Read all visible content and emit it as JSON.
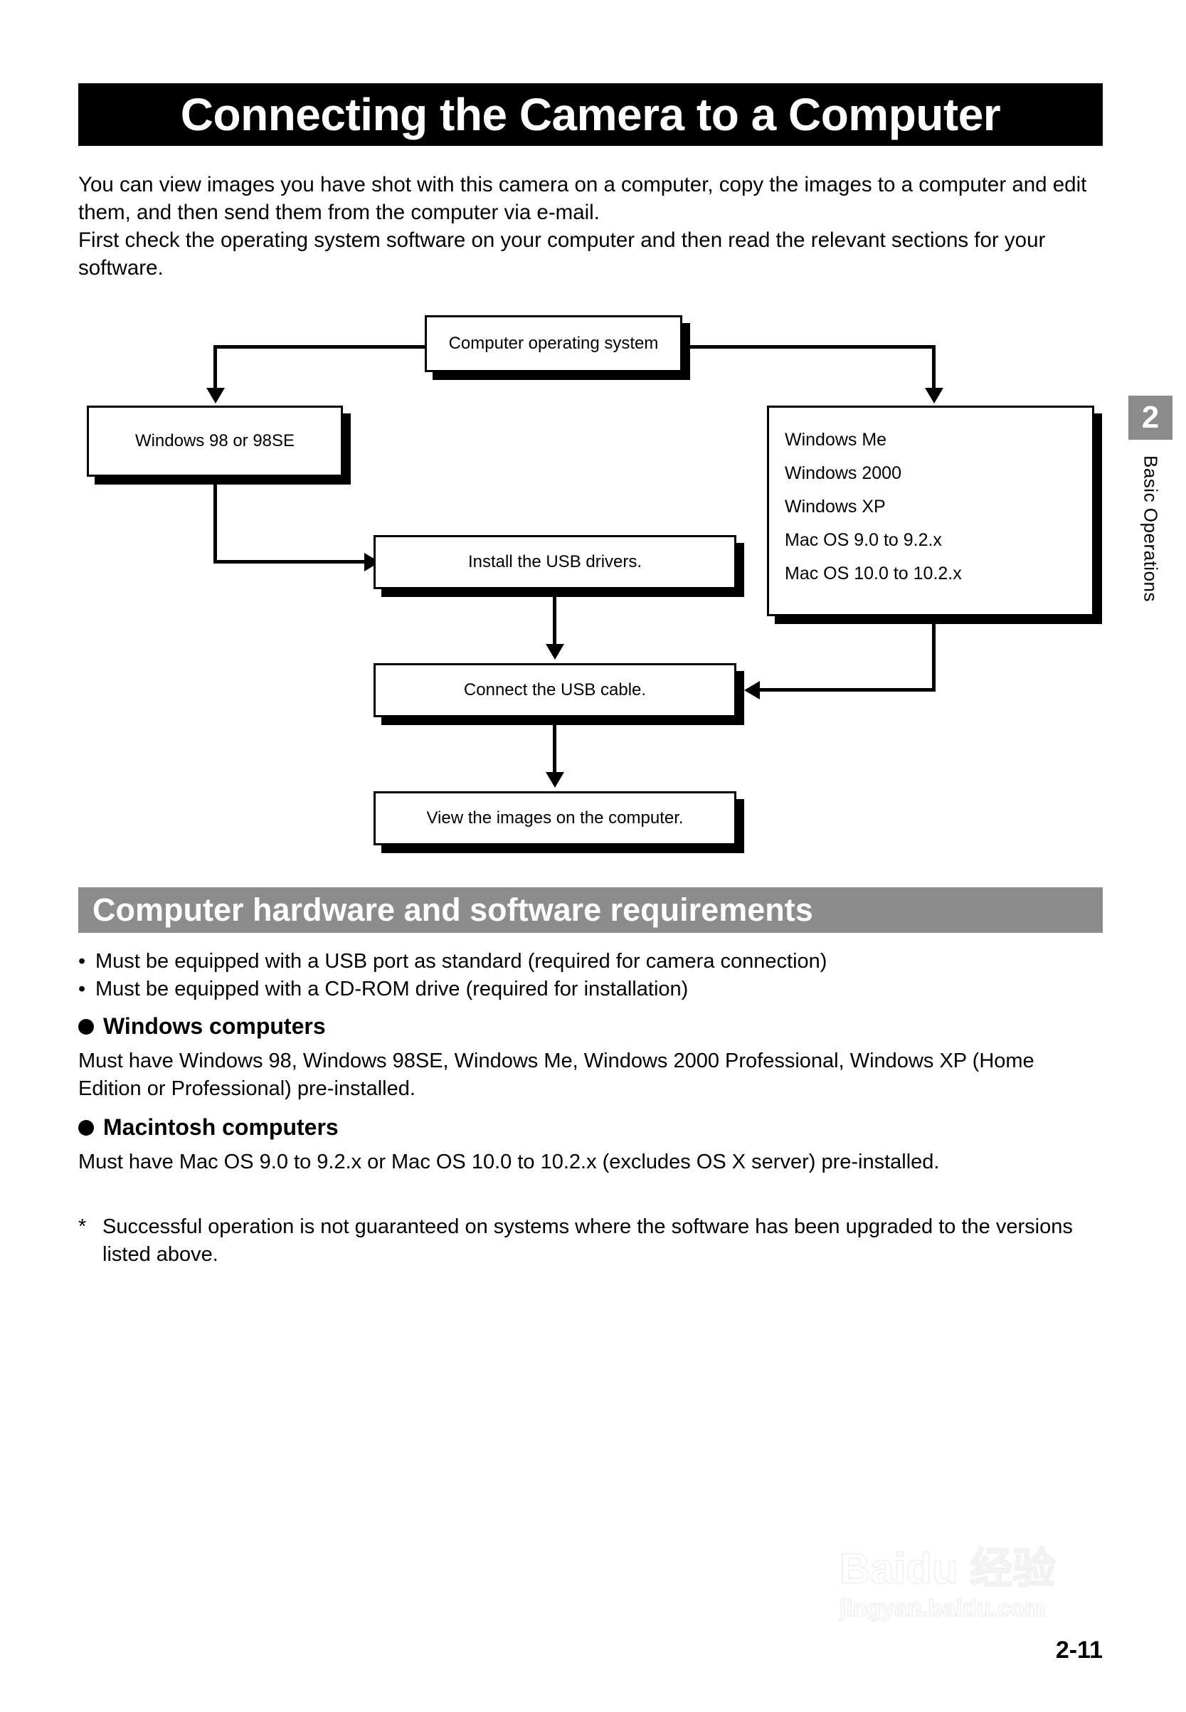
{
  "page": {
    "title": "Connecting the Camera to a Computer",
    "intro": "You can view images you have shot with this camera on a computer, copy the images to a computer and edit them, and then send them from the computer via e-mail.\nFirst check the operating system software on your computer and then read the relevant sections for your software.",
    "page_number": "2-11"
  },
  "side_tab": {
    "number": "2",
    "label": "Basic Operations",
    "color": "#8c8c8c"
  },
  "flowchart": {
    "nodes": {
      "os_root": "Computer operating system",
      "win98": "Windows 98 or 98SE",
      "os_list": [
        "Windows Me",
        "Windows 2000",
        "Windows XP",
        "Mac OS 9.0 to 9.2.x",
        "Mac OS 10.0 to 10.2.x"
      ],
      "install_drivers": "Install the USB drivers.",
      "connect_cable": "Connect the USB cable.",
      "view_images": "View the images on the computer."
    }
  },
  "requirements": {
    "heading": "Computer hardware and software requirements",
    "heading_bg": "#8c8c8c",
    "bullet_char": "•",
    "bullets": [
      "Must be equipped with a USB port as standard (required for camera connection)",
      "Must be equipped with a CD-ROM drive (required for installation)"
    ],
    "windows": {
      "heading": "Windows computers",
      "body": "Must have Windows 98, Windows 98SE, Windows Me, Windows 2000 Professional, Windows XP (Home Edition or Professional) pre-installed."
    },
    "macintosh": {
      "heading": "Macintosh computers",
      "body": "Must have Mac OS 9.0 to 9.2.x or Mac OS 10.0 to 10.2.x (excludes OS X server) pre-installed."
    },
    "footnote_marker": "*",
    "footnote": "Successful operation is not guaranteed on systems where the software has been upgraded to the versions listed above."
  },
  "watermark": {
    "brand": "Baidu 经验",
    "url": "jingyan.baidu.com"
  }
}
